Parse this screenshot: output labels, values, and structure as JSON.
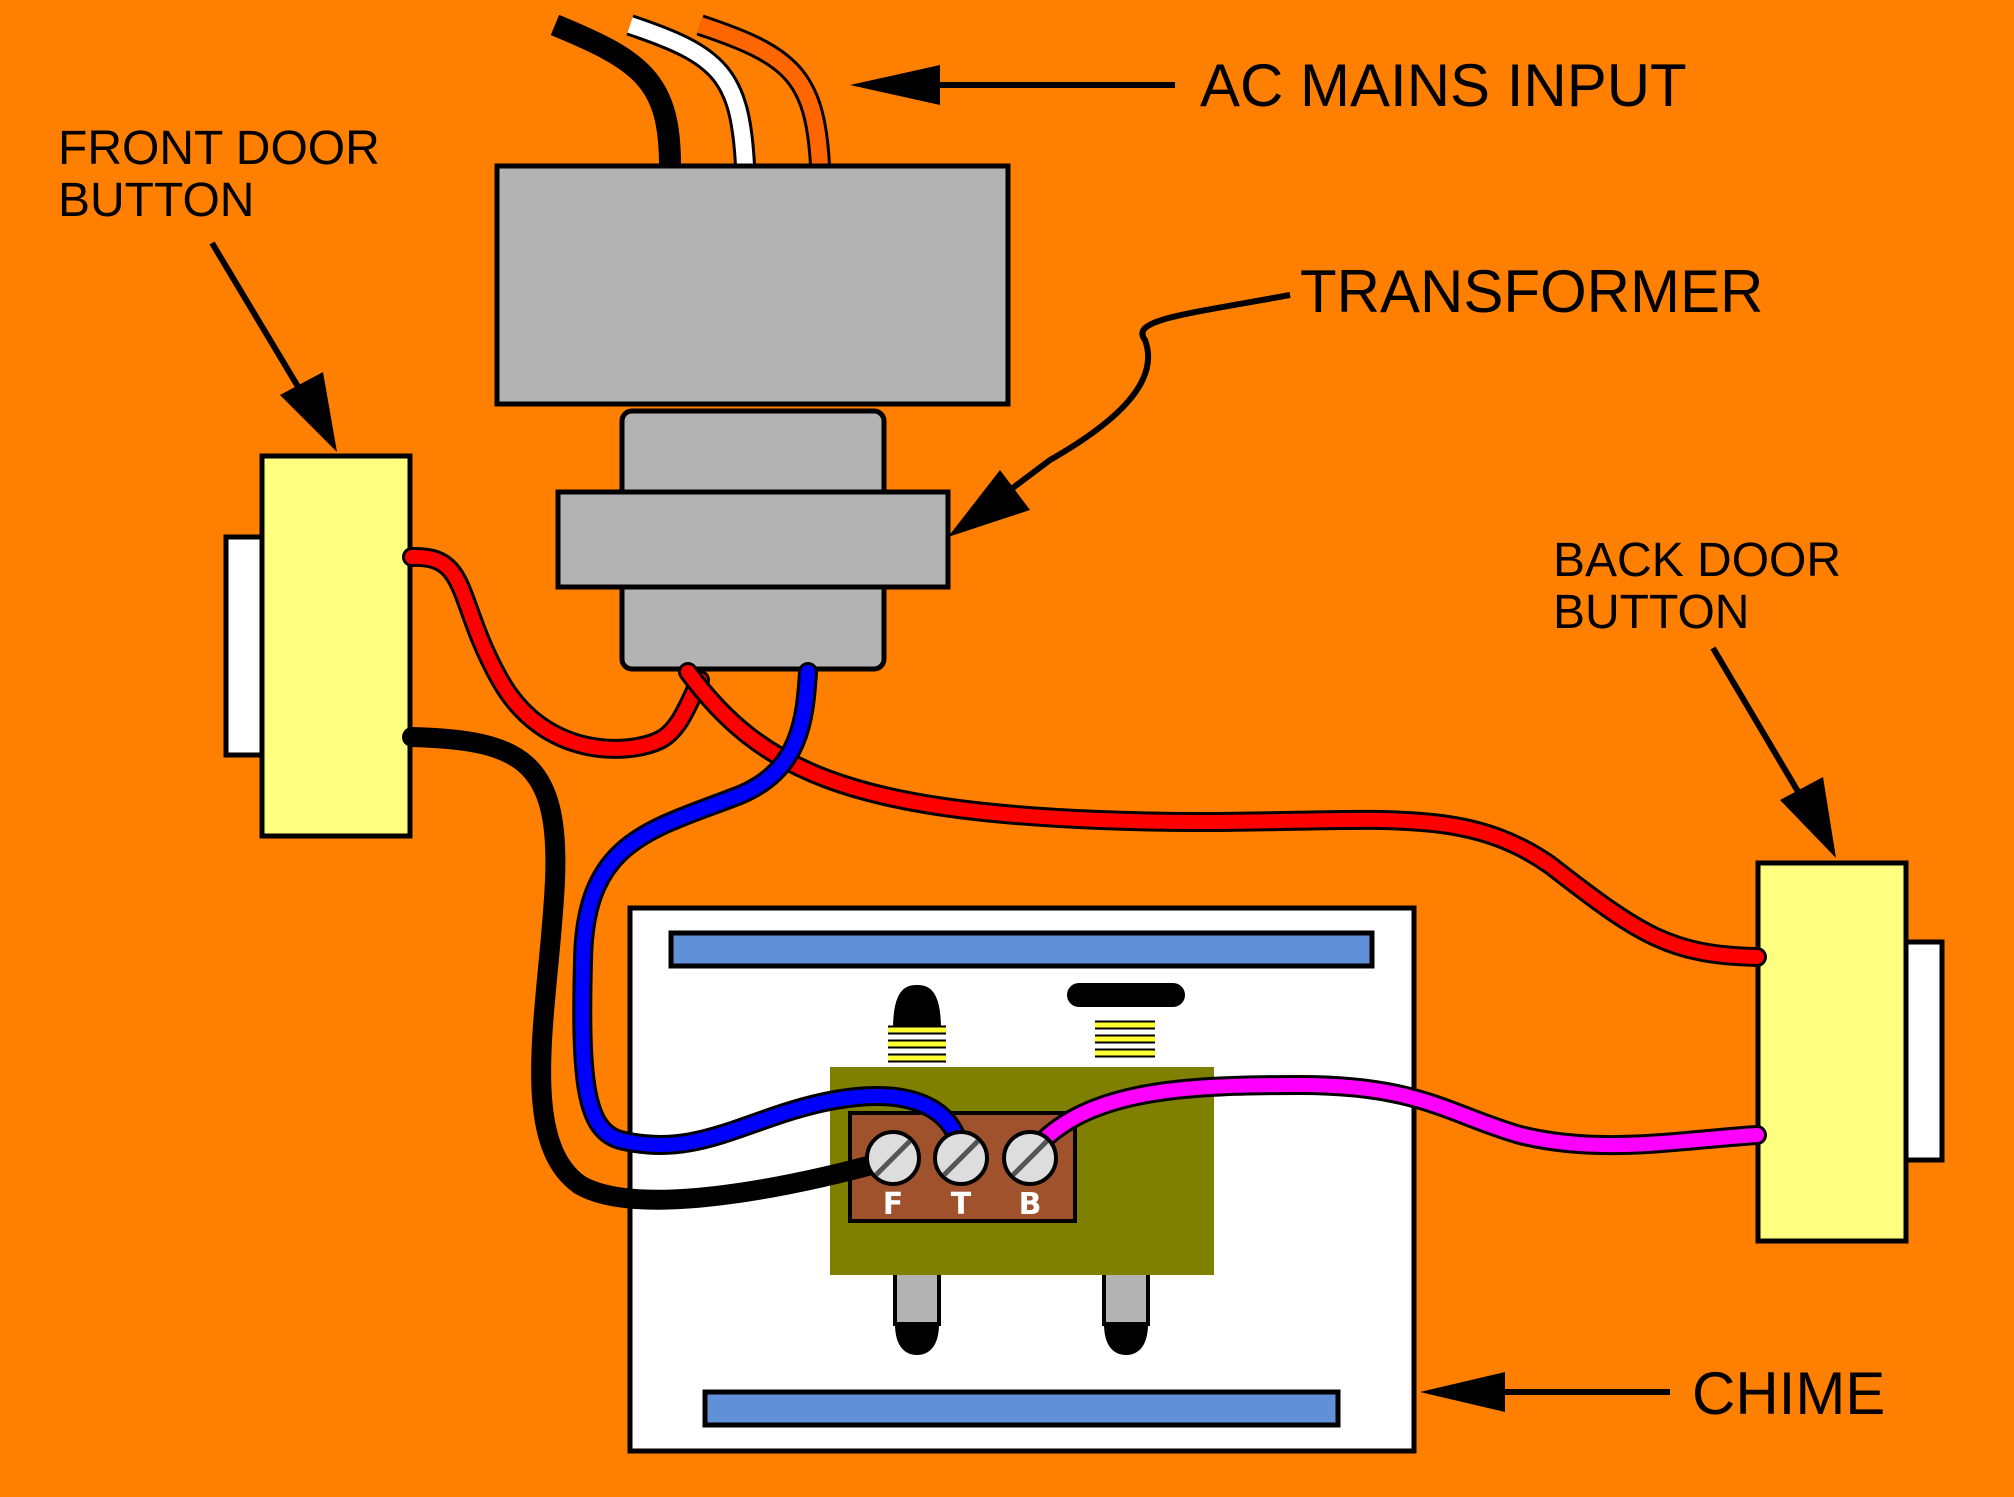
{
  "labels": {
    "ac_mains_input": "AC MAINS INPUT",
    "transformer": "TRANSFORMER",
    "front_door_button": [
      "FRONT DOOR",
      "BUTTON"
    ],
    "back_door_button": [
      "BACK DOOR",
      "BUTTON"
    ],
    "chime": "CHIME"
  },
  "terminals": [
    "F",
    "T",
    "B"
  ],
  "colors": {
    "background": "#ff8000",
    "transformer": "#b3b3b3",
    "button": "#ffff80",
    "chime_body": "#ffffff",
    "chime_bar": "#6090d8",
    "coil_board": "#808000",
    "terminal_block": "#a0522d",
    "spring": "#ffff33",
    "wire_red": "#ff0000",
    "wire_blue": "#0000ff",
    "wire_black": "#000000",
    "wire_white": "#ffffff",
    "wire_orange": "#ff6600",
    "wire_magenta": "#ff00ff"
  }
}
